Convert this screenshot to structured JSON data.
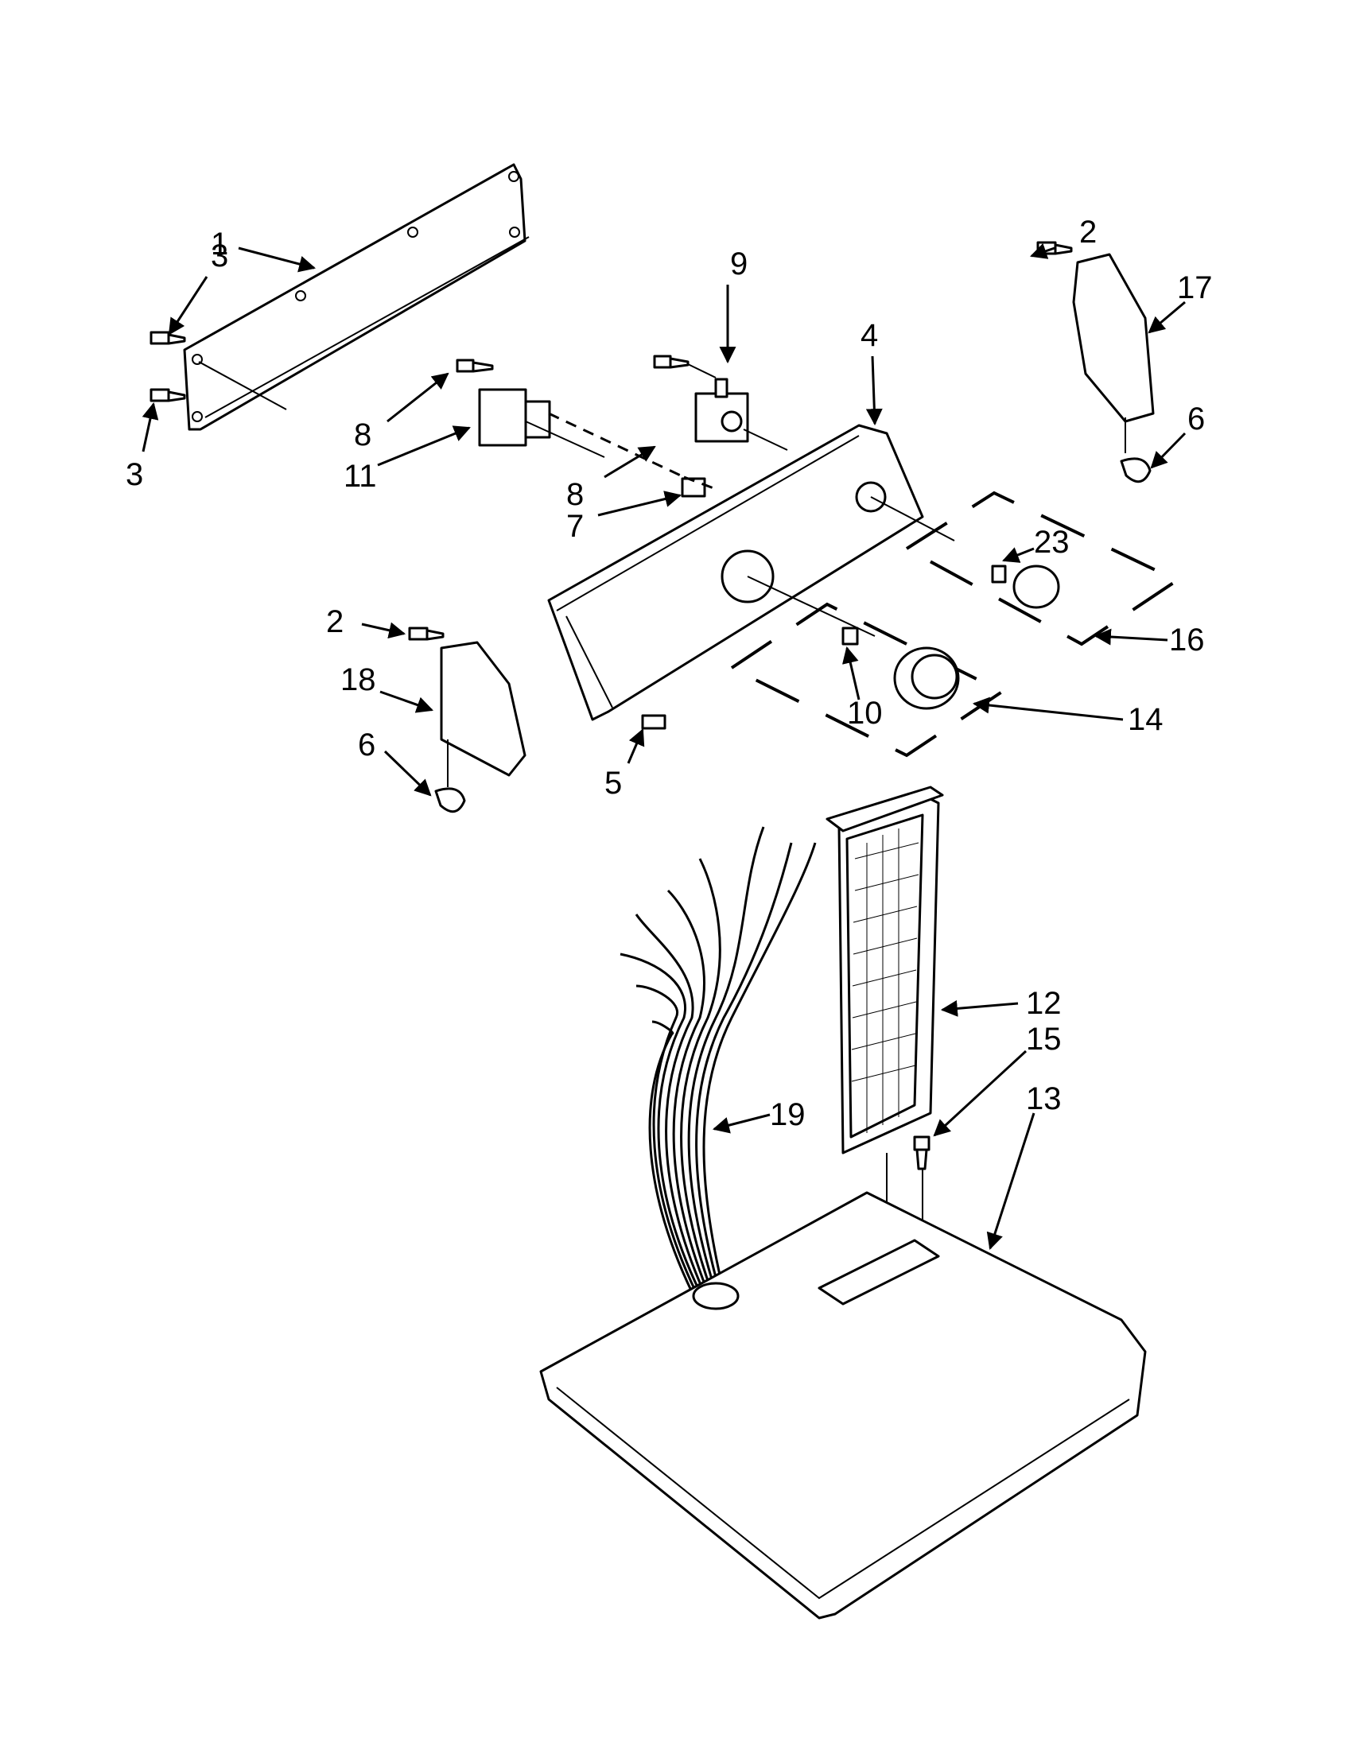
{
  "callouts": {
    "c1": "1",
    "c2a": "2",
    "c2b": "2",
    "c3a": "3",
    "c3b": "3",
    "c4": "4",
    "c5": "5",
    "c6a": "6",
    "c6b": "6",
    "c7": "7",
    "c8a": "8",
    "c8b": "8",
    "c9": "9",
    "c10": "10",
    "c11": "11",
    "c12": "12",
    "c13": "13",
    "c14": "14",
    "c15": "15",
    "c16": "16",
    "c17": "17",
    "c18": "18",
    "c19": "19",
    "c23": "23"
  }
}
